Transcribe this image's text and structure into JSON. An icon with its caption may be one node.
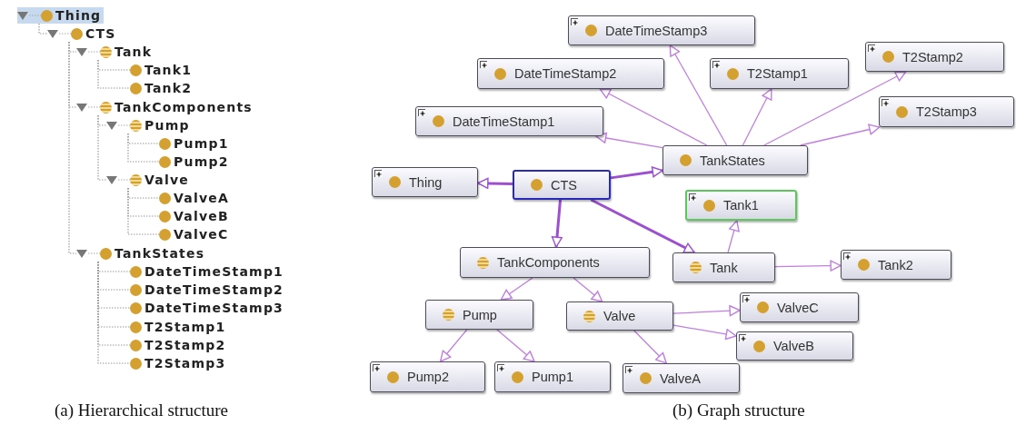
{
  "diagram": {
    "nodes": [
      {
        "text": [
          "Thing"
        ]
      },
      {
        "text": [
          "CTS"
        ]
      },
      {
        "text": [
          "Tank"
        ]
      },
      {
        "text": [
          "Tank1"
        ]
      },
      {
        "text": [
          "Tank2"
        ]
      },
      {
        "text": [
          "TankComponents"
        ]
      },
      {
        "text": [
          "Pump"
        ]
      },
      {
        "text": [
          "Pump1"
        ]
      },
      {
        "text": [
          "Pump2"
        ]
      },
      {
        "text": [
          "Valve"
        ]
      },
      {
        "text": [
          "ValveA"
        ]
      },
      {
        "text": [
          "ValveB"
        ]
      },
      {
        "text": [
          "ValveC"
        ]
      },
      {
        "text": [
          "TankStates"
        ]
      },
      {
        "text": [
          "DateTimeStamp1"
        ]
      },
      {
        "text": [
          "DateTimeStamp2"
        ]
      },
      {
        "text": [
          "DateTimeStamp3"
        ]
      },
      {
        "text": [
          "T2Stamp1"
        ]
      },
      {
        "text": [
          "T2Stamp2"
        ]
      },
      {
        "text": [
          "T2Stamp3"
        ]
      },
      {
        "text": [
          "DateTimeStamp3"
        ]
      },
      {
        "text": [
          "DateTimeStamp2"
        ]
      },
      {
        "text": [
          "T2Stamp1"
        ]
      },
      {
        "text": [
          "T2Stamp2"
        ]
      },
      {
        "text": [
          "DateTimeStamp1"
        ]
      },
      {
        "text": [
          "T2Stamp3"
        ]
      },
      {
        "text": [
          "TankStates"
        ]
      },
      {
        "text": [
          "Thing"
        ]
      },
      {
        "text": [
          "CTS"
        ]
      },
      {
        "text": [
          "Tank1"
        ]
      },
      {
        "text": [
          "TankComponents"
        ]
      },
      {
        "text": [
          "Tank"
        ]
      },
      {
        "text": [
          "Tank2"
        ]
      },
      {
        "text": [
          "ValveC"
        ]
      },
      {
        "text": [
          "Pump"
        ]
      },
      {
        "text": [
          "Valve"
        ]
      },
      {
        "text": [
          "ValveB"
        ]
      },
      {
        "text": [
          "Pump2"
        ]
      },
      {
        "text": [
          "Pump1"
        ]
      },
      {
        "text": [
          "ValveA"
        ]
      }
    ],
    "edges": [
      {
        "from": 0,
        "to": 1,
        "arrow": "none",
        "style": "dashed"
      },
      {
        "from": 1,
        "to": 2,
        "arrow": "none",
        "style": "dashed"
      },
      {
        "from": 2,
        "to": 3,
        "arrow": "none",
        "style": "dashed"
      },
      {
        "from": 2,
        "to": 4,
        "arrow": "none",
        "style": "dashed"
      },
      {
        "from": 1,
        "to": 5,
        "arrow": "none",
        "style": "dashed"
      },
      {
        "from": 5,
        "to": 6,
        "arrow": "none",
        "style": "dashed"
      },
      {
        "from": 6,
        "to": 7,
        "arrow": "none",
        "style": "dashed"
      },
      {
        "from": 6,
        "to": 8,
        "arrow": "none",
        "style": "dashed"
      },
      {
        "from": 5,
        "to": 9,
        "arrow": "none",
        "style": "dashed"
      },
      {
        "from": 9,
        "to": 10,
        "arrow": "none",
        "style": "dashed"
      },
      {
        "from": 9,
        "to": 11,
        "arrow": "none",
        "style": "dashed"
      },
      {
        "from": 9,
        "to": 12,
        "arrow": "none",
        "style": "dashed"
      },
      {
        "from": 1,
        "to": 13,
        "arrow": "none",
        "style": "dashed"
      },
      {
        "from": 13,
        "to": 14,
        "arrow": "none",
        "style": "dashed"
      },
      {
        "from": 13,
        "to": 15,
        "arrow": "none",
        "style": "dashed"
      },
      {
        "from": 13,
        "to": 16,
        "arrow": "none",
        "style": "dashed"
      },
      {
        "from": 13,
        "to": 17,
        "arrow": "none",
        "style": "dashed"
      },
      {
        "from": 13,
        "to": 18,
        "arrow": "none",
        "style": "dashed"
      },
      {
        "from": 13,
        "to": 19,
        "arrow": "none",
        "style": "dashed"
      },
      {
        "from": 28,
        "to": 27,
        "arrow": "to",
        "style": "thick",
        "color": "#9c50d0"
      },
      {
        "from": 28,
        "to": 26,
        "arrow": "to",
        "style": "thick",
        "color": "#9c50d0"
      },
      {
        "from": 26,
        "to": 24,
        "arrow": "to",
        "color": "#c07ee0"
      },
      {
        "from": 26,
        "to": 21,
        "arrow": "to",
        "color": "#c07ee0"
      },
      {
        "from": 26,
        "to": 20,
        "arrow": "to",
        "color": "#c07ee0"
      },
      {
        "from": 26,
        "to": 22,
        "arrow": "to",
        "color": "#c07ee0"
      },
      {
        "from": 26,
        "to": 23,
        "arrow": "to",
        "color": "#c07ee0"
      },
      {
        "from": 26,
        "to": 25,
        "arrow": "to",
        "color": "#c07ee0"
      },
      {
        "from": 28,
        "to": 30,
        "arrow": "to",
        "style": "thick",
        "color": "#9c50d0"
      },
      {
        "from": 28,
        "to": 31,
        "arrow": "to",
        "style": "thick",
        "color": "#9c50d0"
      },
      {
        "from": 31,
        "to": 29,
        "arrow": "to",
        "color": "#c07ee0"
      },
      {
        "from": 31,
        "to": 32,
        "arrow": "to",
        "color": "#c07ee0"
      },
      {
        "from": 30,
        "to": 34,
        "arrow": "to",
        "color": "#c07ee0"
      },
      {
        "from": 30,
        "to": 35,
        "arrow": "to",
        "color": "#c07ee0"
      },
      {
        "from": 34,
        "to": 37,
        "arrow": "to",
        "color": "#c07ee0"
      },
      {
        "from": 34,
        "to": 38,
        "arrow": "to",
        "color": "#c07ee0"
      },
      {
        "from": 35,
        "to": 33,
        "arrow": "to",
        "color": "#c07ee0"
      },
      {
        "from": 35,
        "to": 36,
        "arrow": "to",
        "color": "#c07ee0"
      },
      {
        "from": 35,
        "to": 39,
        "arrow": "to",
        "color": "#c07ee0"
      }
    ],
    "labels": [
      "(a) Hierarchical structure",
      "(b) Graph structure"
    ]
  }
}
